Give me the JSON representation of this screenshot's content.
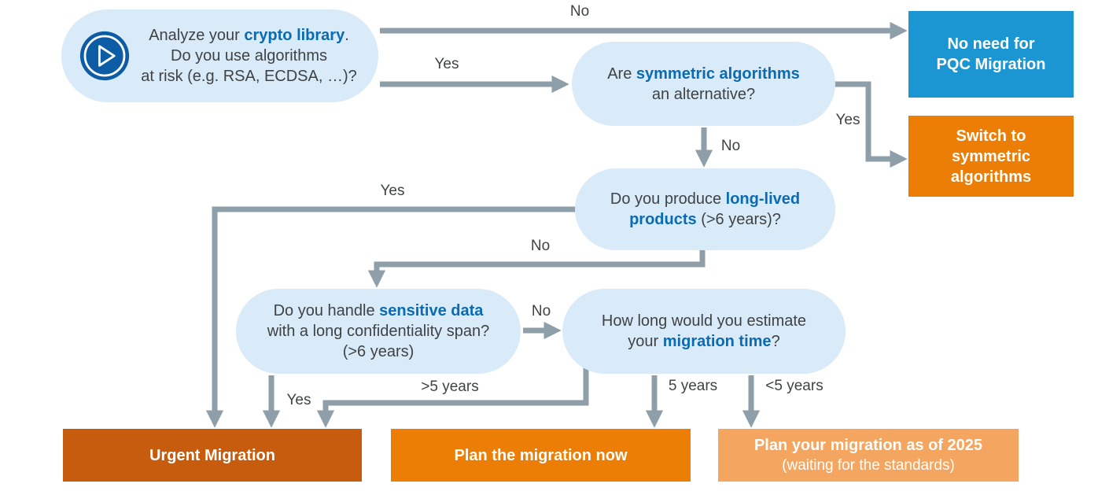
{
  "palette": {
    "bubble_bg": "#d9eaf8",
    "accent": "#0b6bb2",
    "text": "#3f4345",
    "arrow": "#8e9faa",
    "icon_blue": "#0c5da6",
    "box_blue": "#1b96d2",
    "box_orange": "#ec7d05",
    "box_dark_orange": "#c75c0e",
    "box_light_orange": "#f4a55f",
    "box_text": "#ffffff"
  },
  "icons": {
    "play": "play-icon"
  },
  "nodes": {
    "start": {
      "line1": [
        {
          "t": "Analyze your "
        },
        {
          "t": "crypto library"
        },
        {
          "t": "."
        }
      ],
      "line2": [
        {
          "t": "Do you use algorithms"
        }
      ],
      "line3": [
        {
          "t": "at risk (e.g. RSA, ECDSA, …)?"
        }
      ]
    },
    "symmetric": {
      "line1": [
        {
          "t": "Are "
        },
        {
          "t": "symmetric algorithms"
        }
      ],
      "line2": [
        {
          "t": "an alternative?"
        }
      ]
    },
    "longlived": {
      "line1": [
        {
          "t": "Do you produce "
        },
        {
          "t": "long-lived"
        }
      ],
      "line2": [
        {
          "t": "products"
        },
        {
          "t": " (>6 years)?"
        }
      ]
    },
    "sensitive": {
      "line1": [
        {
          "t": "Do you handle "
        },
        {
          "t": "sensitive data"
        }
      ],
      "line2": [
        {
          "t": "with a long confidentiality span?"
        }
      ],
      "line3": [
        {
          "t": "(>6 years)"
        }
      ]
    },
    "migration": {
      "line1": [
        {
          "t": "How long would you estimate"
        }
      ],
      "line2": [
        {
          "t": "your "
        },
        {
          "t": "migration time"
        },
        {
          "t": "?"
        }
      ]
    }
  },
  "terminals": {
    "no_need": {
      "line1": "No need for",
      "line2": "PQC Migration"
    },
    "switch": {
      "line1": "Switch to",
      "line2": "symmetric",
      "line3": "algorithms"
    },
    "urgent": {
      "label": "Urgent Migration"
    },
    "plan_now": {
      "label": "Plan the migration now"
    },
    "plan_2025": {
      "line1": "Plan your migration as of 2025",
      "line2": "(waiting for the standards)"
    }
  },
  "edge_labels": {
    "no_pqc": "No",
    "yes_symmetric": "Yes",
    "yes_switch": "Yes",
    "no_symmetric": "No",
    "yes_longlived": "Yes",
    "no_longlived": "No",
    "no_sensitive": "No",
    "yes_urgent": "Yes",
    "gt5": ">5 years",
    "y5": "5 years",
    "lt5": "<5 years"
  }
}
